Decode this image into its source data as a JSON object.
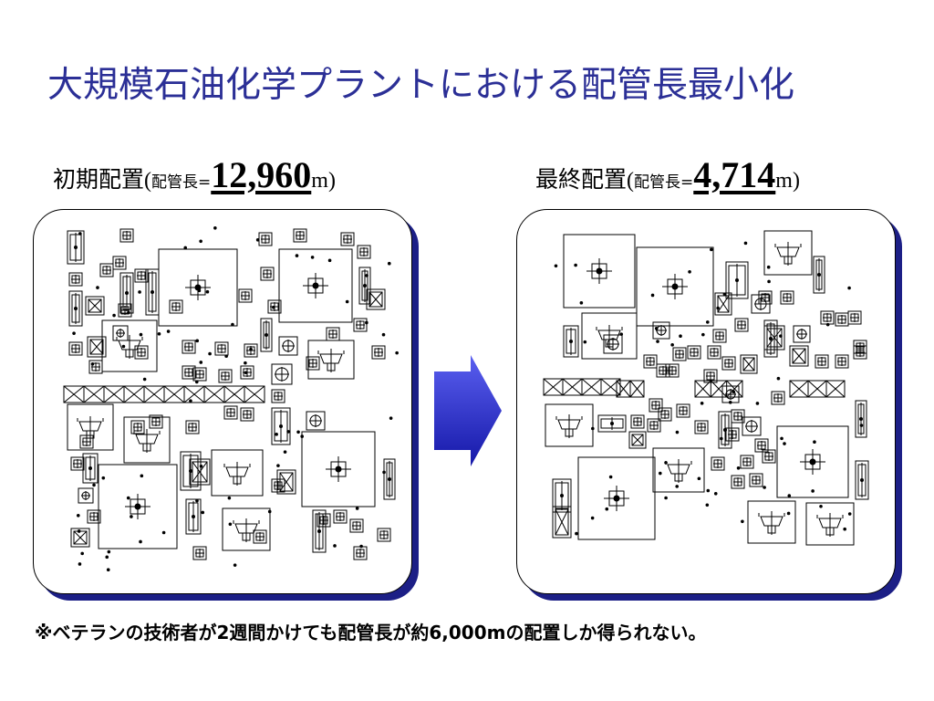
{
  "title": "大規模石油化学プラントにおける配管長最小化",
  "initial": {
    "label": "初期配置",
    "open_paren": "(",
    "metric_label": "配管長=",
    "value": "12,960",
    "unit": "m",
    "close_paren": ")"
  },
  "final": {
    "label": "最終配置",
    "open_paren": "(",
    "metric_label": "配管長=",
    "value": "4,714",
    "unit": "m",
    "close_paren": ")"
  },
  "footnote": "※ベテランの技術者が2週間かけても配管長が約6,000mの配置しか得られない。",
  "colors": {
    "title": "#2b2f96",
    "panel_shadow": "#1c1f86",
    "arrow_light": "#5a5ff0",
    "arrow_dark": "#1518a8"
  }
}
